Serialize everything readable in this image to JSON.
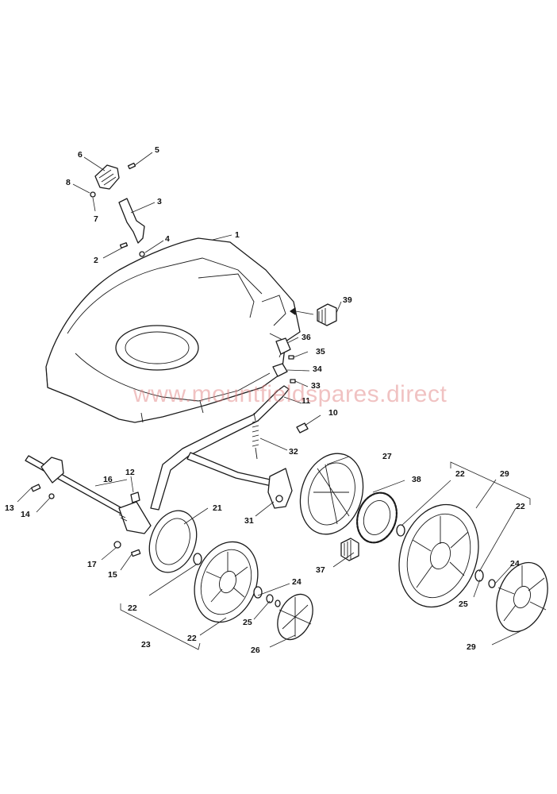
{
  "watermark": "www.mountfieldspares.direct",
  "colors": {
    "line": "#1a1a1a",
    "watermark": "#e07a7a"
  },
  "callouts": {
    "c1": "1",
    "c2": "2",
    "c3": "3",
    "c4": "4",
    "c5": "5",
    "c6": "6",
    "c7": "7",
    "c8": "8",
    "c10": "10",
    "c11": "11",
    "c12": "12",
    "c13": "13",
    "c14": "14",
    "c15": "15",
    "c16": "16",
    "c17": "17",
    "c21": "21",
    "c22a": "22",
    "c22b": "22",
    "c22c": "22",
    "c22d": "22",
    "c23": "23",
    "c24a": "24",
    "c24b": "24",
    "c25a": "25",
    "c25b": "25",
    "c26": "26",
    "c27": "27",
    "c29a": "29",
    "c29b": "29",
    "c31": "31",
    "c32": "32",
    "c33": "33",
    "c34": "34",
    "c35": "35",
    "c36": "36",
    "c37": "37",
    "c38": "38",
    "c39": "39"
  }
}
